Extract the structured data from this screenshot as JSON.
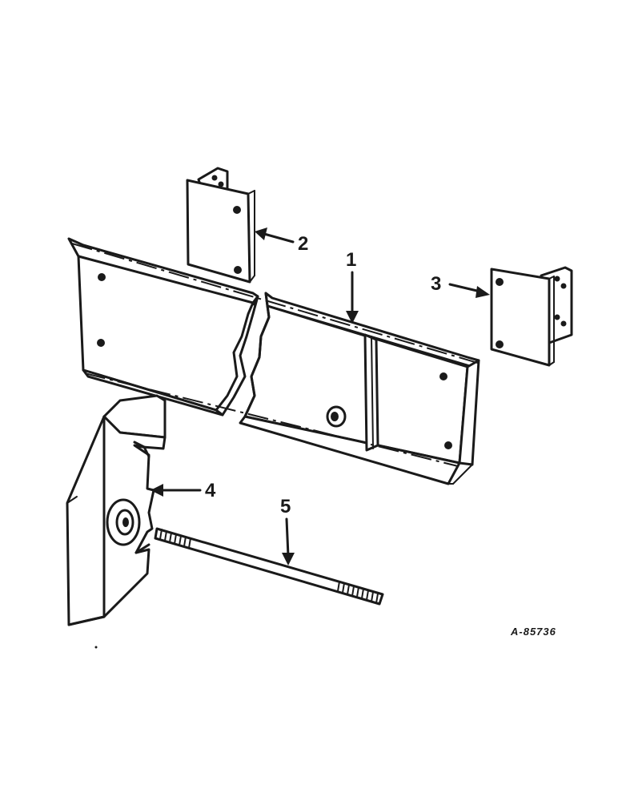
{
  "callouts": [
    {
      "id": "1",
      "label": "1"
    },
    {
      "id": "2",
      "label": "2"
    },
    {
      "id": "3",
      "label": "3"
    },
    {
      "id": "4",
      "label": "4"
    },
    {
      "id": "5",
      "label": "5"
    }
  ],
  "drawing_number": "A-85736",
  "colors": {
    "ink": "#1a1a1a",
    "paper": "#ffffff"
  }
}
